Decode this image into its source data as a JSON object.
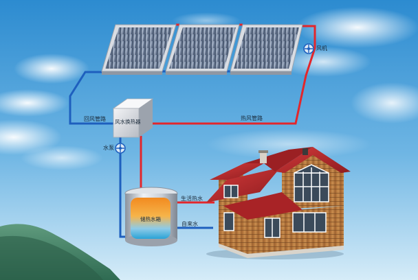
{
  "labels": {
    "fan": "风机",
    "return_duct": "回风管路",
    "exchanger": "风水换热器",
    "hot_duct": "热风管路",
    "pump": "水泵",
    "tank": "储热水箱",
    "hot_water": "生活热水",
    "tap_water": "自来水"
  },
  "colors": {
    "hot_pipe": "#e3262b",
    "cold_pipe": "#1e5fbe",
    "sky_top": "#2f8fd0",
    "sky_bottom": "#cfe8f6",
    "roof": "#b9262b",
    "wall": "#b97a3d"
  }
}
